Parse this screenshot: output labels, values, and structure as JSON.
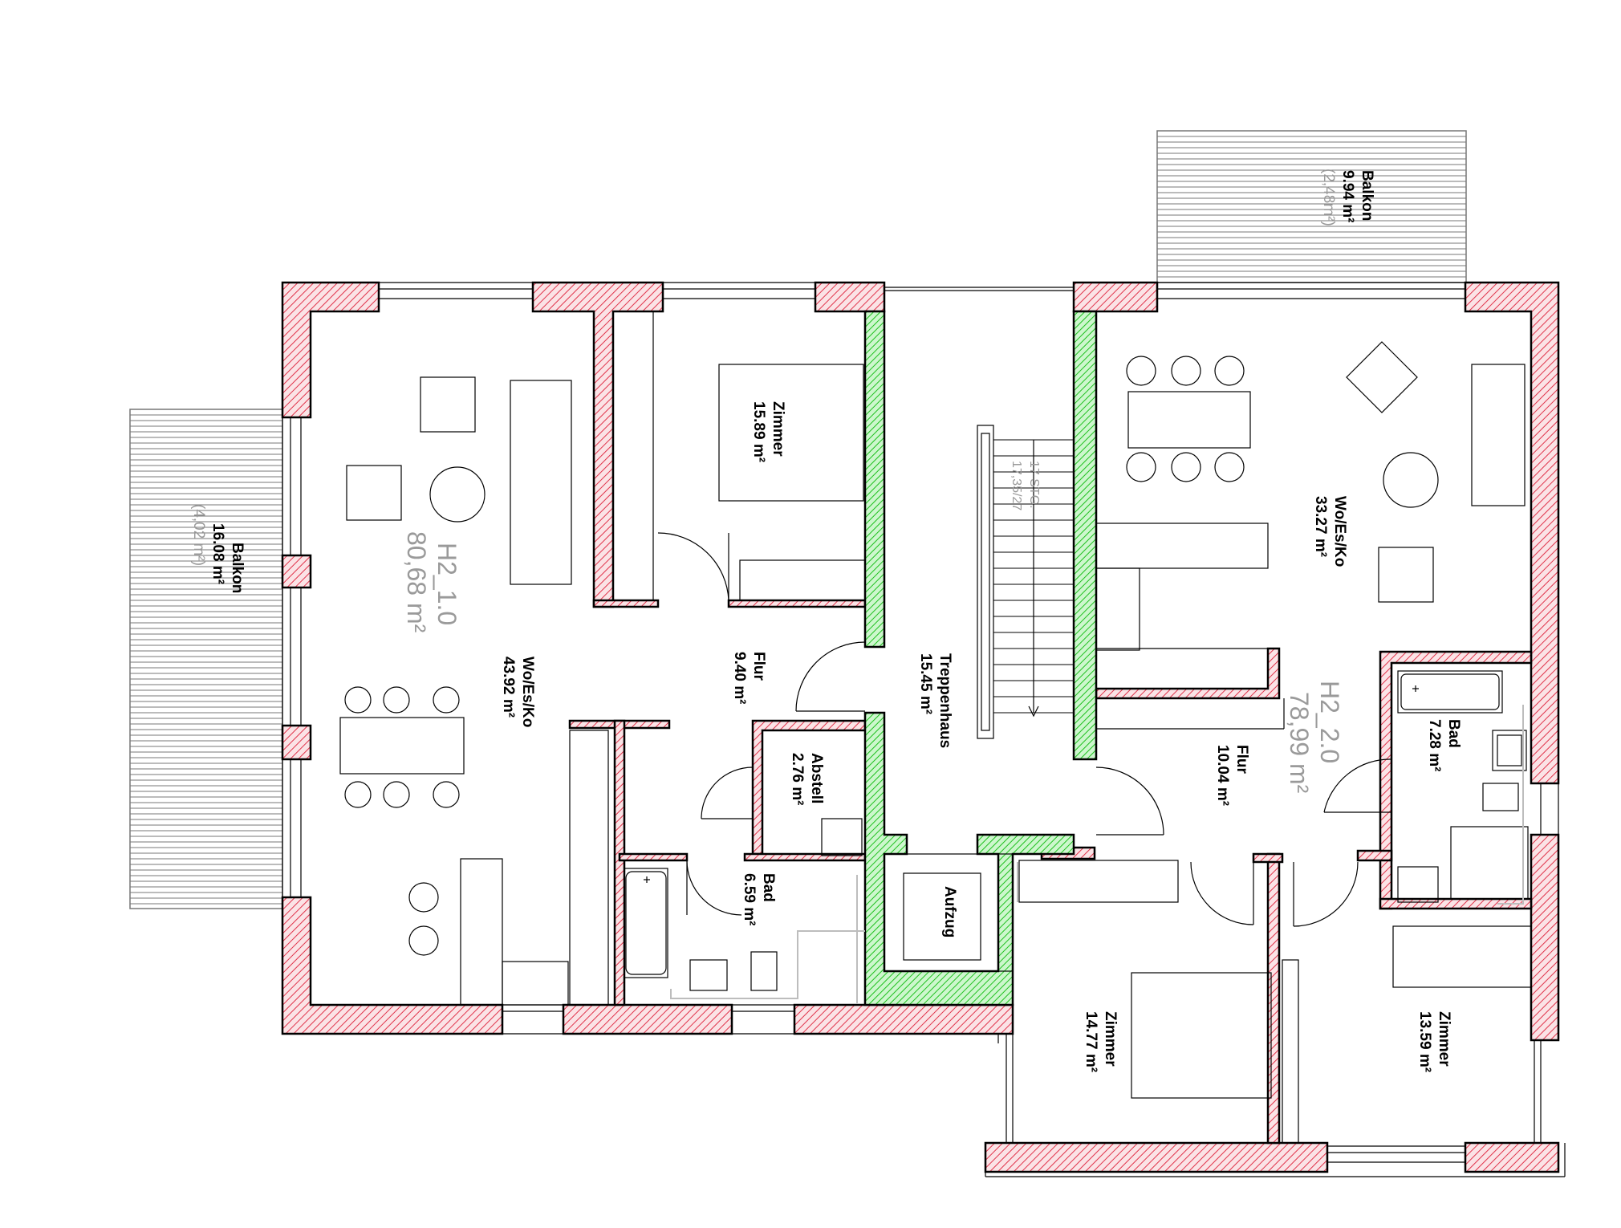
{
  "colors": {
    "wall_hatch": "#e0334a",
    "wall_fill": "#fbe3e6",
    "core_hatch": "#1ec01e",
    "core_fill": "#cdf7cd",
    "line": "#000000",
    "label_grey": "#9a9a9a"
  },
  "units": [
    {
      "code": "H2_1.0",
      "area": "80,68 m²"
    },
    {
      "code": "H2_2.0",
      "area": "78,99 m²"
    }
  ],
  "rooms": {
    "balkon_left": {
      "name": "Balkon",
      "area": "16.08 m²",
      "sub": "(4,02 m²)"
    },
    "balkon_top": {
      "name": "Balkon",
      "area": "9.94 m²",
      "sub": "(2,48m²)"
    },
    "wohnen_left": {
      "name": "Wo/Es/Ko",
      "area": "43.92 m²"
    },
    "zimmer_left": {
      "name": "Zimmer",
      "area": "15.89 m²"
    },
    "flur_left": {
      "name": "Flur",
      "area": "9.40 m²"
    },
    "abstell": {
      "name": "Abstell",
      "area": "2.76 m²"
    },
    "bad_left": {
      "name": "Bad",
      "area": "6.59 m²"
    },
    "treppenhaus": {
      "name": "Treppenhaus",
      "area": "15.45 m²"
    },
    "aufzug": {
      "name": "Aufzug"
    },
    "wohnen_right": {
      "name": "Wo/Es/Ko",
      "area": "33.27 m²"
    },
    "bad_right": {
      "name": "Bad",
      "area": "7.28 m²"
    },
    "flur_right": {
      "name": "Flur",
      "area": "10.04 m²"
    },
    "zimmer_mid": {
      "name": "Zimmer",
      "area": "14.77 m²"
    },
    "zimmer_right": {
      "name": "Zimmer",
      "area": "13.59 m²"
    }
  },
  "stair": {
    "steps": "17 STG.",
    "ratio": "17,35/27",
    "step_count": 17
  }
}
